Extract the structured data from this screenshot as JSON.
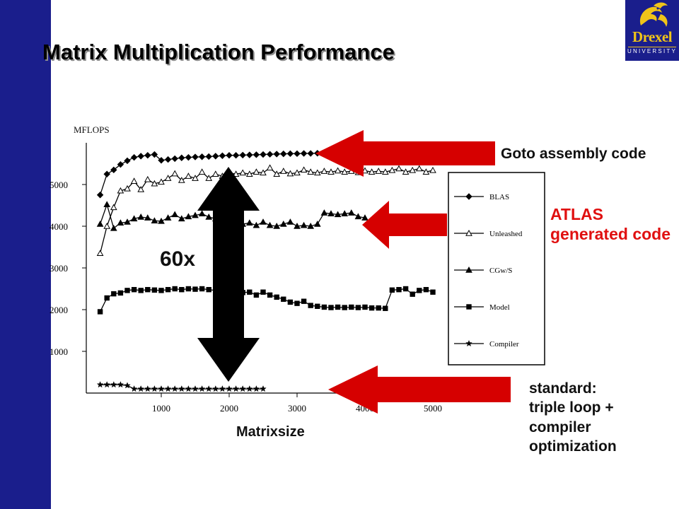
{
  "slide": {
    "title": "Matrix Multiplication Performance"
  },
  "logo": {
    "word": "Drexel",
    "sub": "UNIVERSITY",
    "colors": {
      "blue": "#1a1e8c",
      "gold": "#f0c419"
    }
  },
  "annotations": {
    "goto": "Goto assembly code",
    "atlas_line1": "ATLAS",
    "atlas_line2": "generated code",
    "standard_lines": [
      "standard:",
      "triple loop +",
      "compiler",
      "optimization"
    ],
    "ratio": "60x"
  },
  "chart_data": {
    "type": "line",
    "ylabel": "MFLOPS",
    "xlabel": "Matrixsize",
    "xlim": [
      0,
      5000
    ],
    "ylim": [
      0,
      6000
    ],
    "x_ticks": [
      1000,
      2000,
      3000,
      4000,
      5000
    ],
    "y_ticks": [
      1000,
      2000,
      3000,
      4000,
      5000
    ],
    "legend_position": "right",
    "series": [
      {
        "name": "BLAS",
        "marker": "diamond",
        "filled": true,
        "x": [
          100,
          200,
          300,
          400,
          500,
          600,
          700,
          800,
          900,
          1000,
          1100,
          1200,
          1300,
          1400,
          1500,
          1600,
          1700,
          1800,
          1900,
          2000,
          2100,
          2200,
          2300,
          2400,
          2500,
          2600,
          2700,
          2800,
          2900,
          3000,
          3100,
          3200,
          3300
        ],
        "y": [
          4750,
          5250,
          5350,
          5480,
          5570,
          5650,
          5680,
          5700,
          5720,
          5580,
          5600,
          5620,
          5640,
          5650,
          5660,
          5665,
          5670,
          5680,
          5690,
          5700,
          5700,
          5705,
          5710,
          5715,
          5720,
          5725,
          5730,
          5735,
          5740,
          5740,
          5745,
          5745,
          5750
        ]
      },
      {
        "name": "Unleashed",
        "marker": "triangle-open",
        "filled": false,
        "x": [
          100,
          200,
          300,
          400,
          500,
          600,
          700,
          800,
          900,
          1000,
          1100,
          1200,
          1300,
          1400,
          1500,
          1600,
          1700,
          1800,
          1900,
          2000,
          2100,
          2200,
          2300,
          2400,
          2500,
          2600,
          2700,
          2800,
          2900,
          3000,
          3100,
          3200,
          3300,
          3400,
          3500,
          3600,
          3700,
          3800,
          3900,
          4000,
          4100,
          4200,
          4300,
          4400,
          4500,
          4600,
          4700,
          4800,
          4900,
          5000
        ],
        "y": [
          3350,
          4000,
          4450,
          4850,
          4900,
          5080,
          4880,
          5120,
          5020,
          5060,
          5150,
          5260,
          5100,
          5200,
          5150,
          5300,
          5150,
          5250,
          5200,
          5280,
          5250,
          5280,
          5250,
          5300,
          5280,
          5400,
          5250,
          5320,
          5260,
          5280,
          5350,
          5300,
          5280,
          5320,
          5300,
          5330,
          5300,
          5320,
          5290,
          5330,
          5300,
          5320,
          5300,
          5340,
          5380,
          5300,
          5340,
          5380,
          5300,
          5340
        ]
      },
      {
        "name": "CGw/S",
        "marker": "triangle",
        "filled": true,
        "x": [
          100,
          200,
          300,
          400,
          500,
          600,
          700,
          800,
          900,
          1000,
          1100,
          1200,
          1300,
          1400,
          1500,
          1600,
          1700,
          1800,
          1900,
          2000,
          2100,
          2200,
          2300,
          2400,
          2500,
          2600,
          2700,
          2800,
          2900,
          3000,
          3100,
          3200,
          3300,
          3400,
          3500,
          3600,
          3700,
          3800,
          3900,
          4000
        ],
        "y": [
          4050,
          4520,
          3950,
          4080,
          4100,
          4180,
          4220,
          4200,
          4130,
          4120,
          4200,
          4280,
          4180,
          4230,
          4260,
          4300,
          4220,
          4180,
          4150,
          4150,
          4180,
          4050,
          4080,
          4020,
          4100,
          4020,
          4000,
          4050,
          4100,
          4000,
          4020,
          4000,
          4050,
          4320,
          4300,
          4280,
          4300,
          4320,
          4230,
          4200
        ]
      },
      {
        "name": "Model",
        "marker": "square",
        "filled": true,
        "x": [
          100,
          200,
          300,
          400,
          500,
          600,
          700,
          800,
          900,
          1000,
          1100,
          1200,
          1300,
          1400,
          1500,
          1600,
          1700,
          1800,
          1900,
          2000,
          2100,
          2200,
          2300,
          2400,
          2500,
          2600,
          2700,
          2800,
          2900,
          3000,
          3100,
          3200,
          3300,
          3400,
          3500,
          3600,
          3700,
          3800,
          3900,
          4000,
          4100,
          4200,
          4300,
          4400,
          4500,
          4600,
          4700,
          4800,
          4900,
          5000
        ],
        "y": [
          1950,
          2280,
          2380,
          2400,
          2460,
          2480,
          2460,
          2480,
          2470,
          2460,
          2480,
          2500,
          2480,
          2500,
          2490,
          2500,
          2480,
          2460,
          2440,
          2420,
          2400,
          2410,
          2420,
          2350,
          2420,
          2350,
          2300,
          2250,
          2180,
          2150,
          2200,
          2100,
          2080,
          2060,
          2050,
          2060,
          2050,
          2060,
          2050,
          2060,
          2040,
          2040,
          2030,
          2470,
          2480,
          2500,
          2370,
          2460,
          2480,
          2420
        ]
      },
      {
        "name": "Compiler",
        "marker": "star",
        "filled": true,
        "x": [
          100,
          200,
          300,
          400,
          500,
          600,
          700,
          800,
          900,
          1000,
          1100,
          1200,
          1300,
          1400,
          1500,
          1600,
          1700,
          1800,
          1900,
          2000,
          2100,
          2200,
          2300,
          2400,
          2500
        ],
        "y": [
          200,
          200,
          200,
          200,
          180,
          100,
          100,
          100,
          100,
          100,
          100,
          100,
          100,
          100,
          100,
          100,
          100,
          100,
          100,
          100,
          100,
          100,
          100,
          100,
          100
        ]
      }
    ],
    "colors": {
      "arrow_red": "#d60000",
      "ratio_arrow": "#000000"
    }
  }
}
